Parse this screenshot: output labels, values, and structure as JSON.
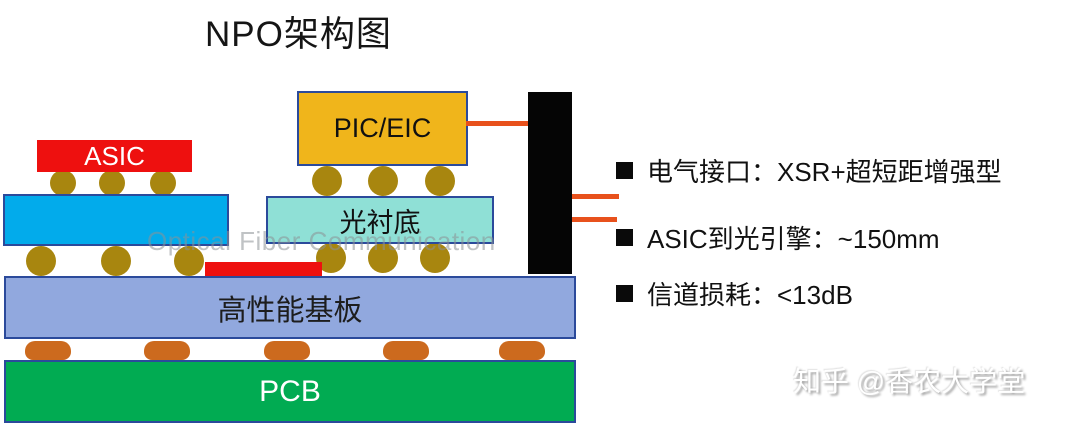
{
  "title": "NPO架构图",
  "watermarks": {
    "background_text": "Optical Fiber Communication",
    "credit": "知乎 @香农大学堂"
  },
  "diagram": {
    "blocks": {
      "asic": {
        "label": "ASIC",
        "fill": "#ee100f",
        "text_color": "#ffffff"
      },
      "pic_eic": {
        "label": "PIC/EIC",
        "fill": "#f0b51b",
        "text_color": "#111111"
      },
      "optical_substrate": {
        "label": "光衬底",
        "fill": "#8fe0d6",
        "text_color": "#111111"
      },
      "interposer": {
        "fill": "#02abeb"
      },
      "red_bar": {
        "fill": "#ee100f"
      },
      "fiber_connector": {
        "fill": "#050505"
      },
      "hp_substrate": {
        "label": "高性能基板",
        "fill": "#91a8de",
        "text_color": "#1d1d1d"
      },
      "pcb": {
        "label": "PCB",
        "fill": "#01ab52",
        "text_color": "#ffffff"
      }
    },
    "connector_color": "#e8511c",
    "solder_ball_color": "#a8860f",
    "bga_bump_color": "#cc6a1e",
    "block_border_color": "#2b4a9b"
  },
  "bullets": [
    {
      "label": "电气接口：XSR+超短距增强型"
    },
    {
      "label": "ASIC到光引擎：~150mm"
    },
    {
      "label": "信道损耗：<13dB"
    }
  ]
}
